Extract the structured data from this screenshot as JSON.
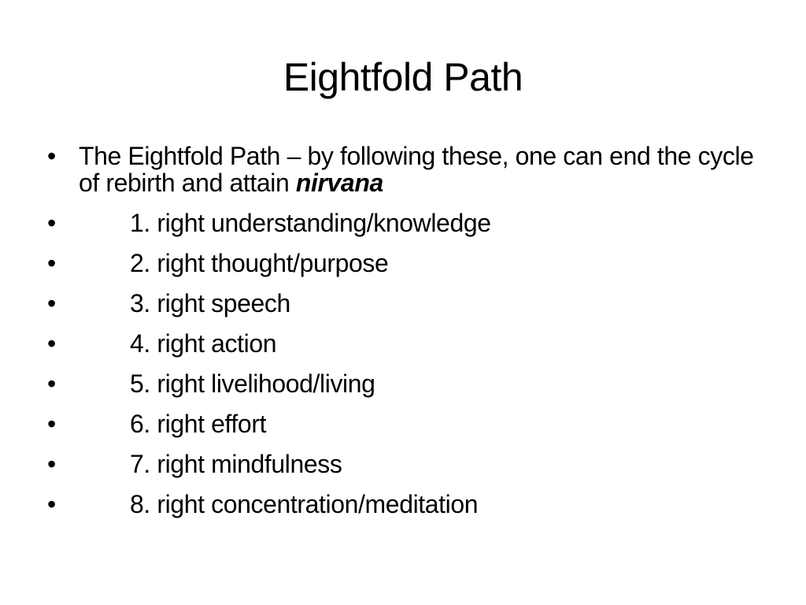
{
  "slide": {
    "title": "Eightfold Path",
    "bullet_glyph": "•",
    "intro": {
      "text": "The Eightfold Path – by following these, one can end the cycle of rebirth and attain ",
      "emphasis": "nirvana"
    },
    "items": [
      "1. right understanding/knowledge",
      "2. right thought/purpose",
      "3. right speech",
      "4. right action",
      "5. right livelihood/living",
      "6. right effort",
      "7. right mindfulness",
      "8. right concentration/meditation"
    ]
  }
}
